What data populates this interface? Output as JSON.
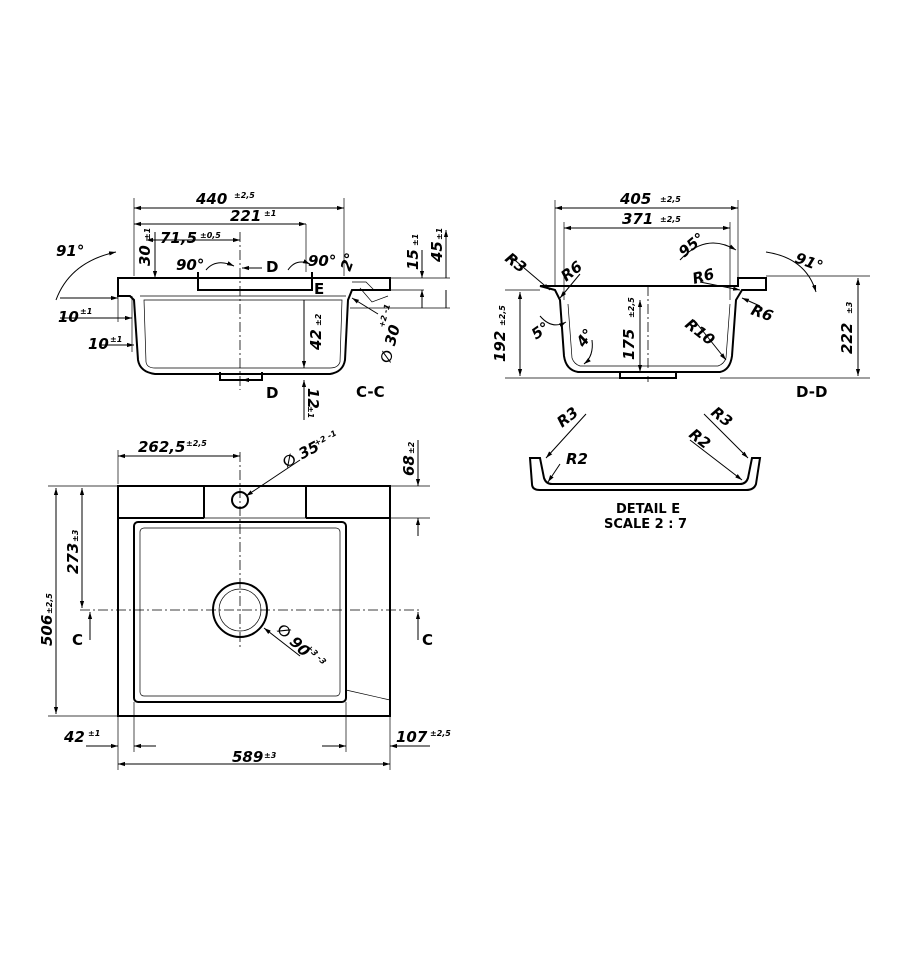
{
  "views": {
    "cc": {
      "label": "C-C",
      "section_letter": "D",
      "detail_letter": "E",
      "dims": {
        "overall_width": {
          "value": "440",
          "tol": "±2,5"
        },
        "half_width": {
          "value": "221",
          "tol": "±1"
        },
        "tap_offset": {
          "value": "71,5",
          "tol": "±0,5"
        },
        "deck_height": {
          "value": "30",
          "tol": "±1"
        },
        "edge_height": {
          "value": "15",
          "tol": "±1"
        },
        "total_rim": {
          "value": "45",
          "tol": "±1"
        },
        "flange_10a": {
          "value": "10",
          "tol": "±1"
        },
        "flange_10b": {
          "value": "10",
          "tol": "±1"
        },
        "drain_height": {
          "value": "42",
          "tol": "±2"
        },
        "drain_depth": {
          "value": "12",
          "tol": "±1"
        },
        "overflow_dia": {
          "value": "∅ 30",
          "tol": "+2 -1"
        },
        "angle_left": "91°",
        "angle_90a": "90°",
        "angle_90b": "90°",
        "angle_2": "2°"
      }
    },
    "dd": {
      "label": "D-D",
      "dims": {
        "outer_width": {
          "value": "405",
          "tol": "±2,5"
        },
        "inner_width": {
          "value": "371",
          "tol": "±2,5"
        },
        "bowl_depth": {
          "value": "192",
          "tol": "±2,5"
        },
        "inner_depth": {
          "value": "175",
          "tol": "±2,5"
        },
        "total_depth": {
          "value": "222",
          "tol": "±3"
        },
        "r3": "R3",
        "r6a": "R6",
        "r6b": "R6",
        "r6c": "R6",
        "r10": "R10",
        "angle_5": "5°",
        "angle_4": "4°",
        "angle_95": "95°",
        "angle_91": "91°"
      }
    },
    "detail_e": {
      "title": "DETAIL E",
      "scale": "SCALE 2 : 7",
      "radii": {
        "left_r3": "R3",
        "left_r2": "R2",
        "right_r3": "R3",
        "right_r2": "R2"
      }
    },
    "plan": {
      "section_letter": "C",
      "dims": {
        "tap_center": {
          "value": "262,5",
          "tol": "±2,5"
        },
        "tap_dia": {
          "value": "∅ 35",
          "tol": "+2 -1"
        },
        "back_depth": {
          "value": "68",
          "tol": "±2"
        },
        "drain_center": {
          "value": "273",
          "tol": "±3"
        },
        "overall_depth": {
          "value": "506",
          "tol": "±2,5"
        },
        "drain_dia": {
          "value": "∅ 90",
          "tol": "+3 -3"
        },
        "left_margin": {
          "value": "42",
          "tol": "±1"
        },
        "drainboard": {
          "value": "107",
          "tol": "±2,5"
        },
        "overall_length": {
          "value": "589",
          "tol": "±3"
        }
      }
    }
  }
}
